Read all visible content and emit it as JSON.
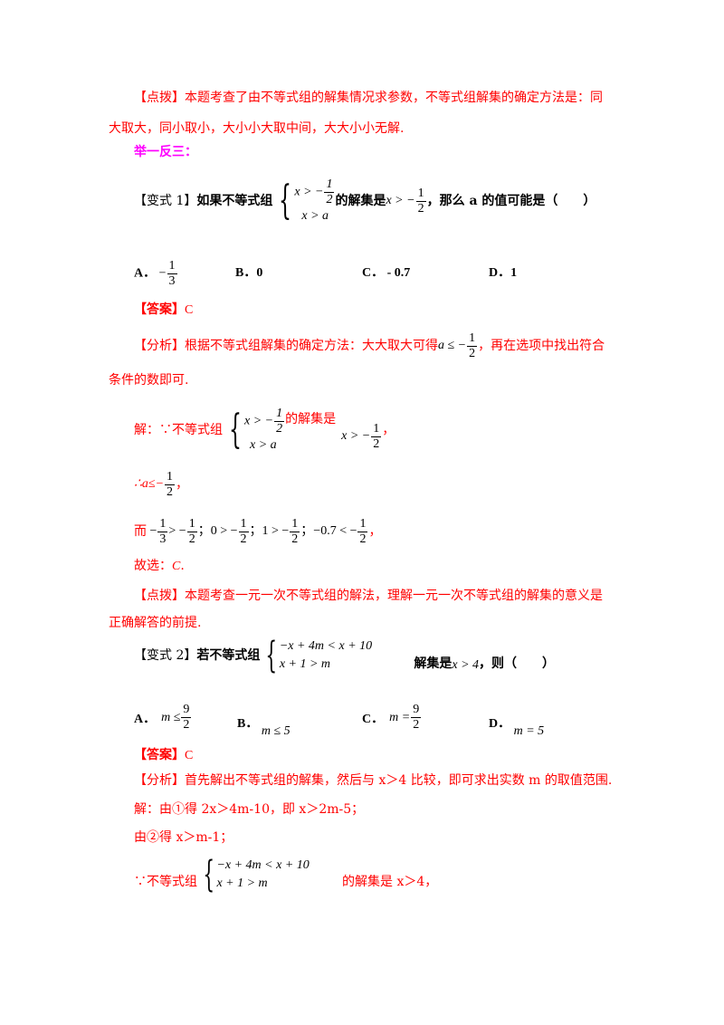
{
  "hint1": {
    "tag": "【点拨】",
    "text_line1": "本题考查了由不等式组的解集情况求参数，不等式组解集的确定方法是：同",
    "text_line2": "大取大，同小取小，大小小大取中间，大大小小无解."
  },
  "section_title": "举一反三：",
  "variant1": {
    "tag": "【变式 1】",
    "prefix": "如果不等式组",
    "system": {
      "row1": "x > −",
      "row1_frac": {
        "num": "1",
        "den": "2"
      },
      "row2": "x > a"
    },
    "middle": "的解集是",
    "solution": "x > −",
    "solution_frac": {
      "num": "1",
      "den": "2"
    },
    "suffix": "，那么 a 的值可能是（　　）",
    "options": [
      {
        "label": "A．",
        "value": "−",
        "frac": {
          "num": "1",
          "den": "3"
        }
      },
      {
        "label": "B．",
        "value": "0"
      },
      {
        "label": "C．",
        "value": "- 0.7"
      },
      {
        "label": "D．",
        "value": "1"
      }
    ],
    "answer": {
      "tag": "【答案】",
      "value": "C"
    },
    "analysis": {
      "tag": "【分析】",
      "text_a": "根据不等式组解集的确定方法：大大取大可得",
      "expr": "a ≤ −",
      "expr_frac": {
        "num": "1",
        "den": "2"
      },
      "text_b": "，再在选项中找出符合",
      "text_line2": "条件的数即可."
    },
    "solution_steps": {
      "step1_prefix": "解：∵不等式组",
      "step1_system": {
        "row1": "x > −",
        "row1_frac": {
          "num": "1",
          "den": "2"
        },
        "row2": "x > a"
      },
      "step1_middle": "的解集是",
      "step1_expr": "x > −",
      "step1_frac": {
        "num": "1",
        "den": "2"
      },
      "step1_end": "，",
      "step2_prefix": "∴a≤−",
      "step2_frac": {
        "num": "1",
        "den": "2"
      },
      "step2_end": "，",
      "step3_prefix": "而",
      "step3_parts": [
        {
          "pre": "−",
          "frac": {
            "num": "1",
            "den": "3"
          },
          "mid": " > −",
          "frac2": {
            "num": "1",
            "den": "2"
          },
          "sep": "；"
        },
        {
          "pre": "0 > −",
          "frac2": {
            "num": "1",
            "den": "2"
          },
          "sep": "；"
        },
        {
          "pre": "1 > −",
          "frac2": {
            "num": "1",
            "den": "2"
          },
          "sep": "；"
        },
        {
          "pre": "−0.7 < −",
          "frac2": {
            "num": "1",
            "den": "2"
          },
          "sep": "，"
        }
      ],
      "step4": "故选：",
      "step4_choice": "C",
      "step4_end": "."
    },
    "hint": {
      "tag": "【点拨】",
      "text_line1": "本题考查一元一次不等式组的解法，理解一元一次不等式组的解集的意义是",
      "text_line2": "正确解答的前提."
    }
  },
  "variant2": {
    "tag": "【变式 2】",
    "prefix": "若不等式组",
    "system": {
      "row1": "−x + 4m < x + 10",
      "row2": "x + 1 > m"
    },
    "middle": "解集是",
    "solution": "x > 4",
    "suffix": "，则（　　）",
    "options": [
      {
        "label": "A．",
        "value": "m ≤ ",
        "frac": {
          "num": "9",
          "den": "2"
        }
      },
      {
        "label": "B．",
        "value": "m ≤ 5"
      },
      {
        "label": "C．",
        "value": "m = ",
        "frac": {
          "num": "9",
          "den": "2"
        }
      },
      {
        "label": "D．",
        "value": "m = 5"
      }
    ],
    "answer": {
      "tag": "【答案】",
      "value": "C"
    },
    "analysis": {
      "tag": "【分析】",
      "text": "首先解出不等式组的解集，然后与 x＞4 比较，即可求出实数 m 的取值范围."
    },
    "solution_steps": {
      "step1": "解：由①得 2x＞4m-10，即 x＞2m-5；",
      "step2": "由②得 x＞m-1；",
      "step3_prefix": "∵不等式组",
      "step3_system": {
        "row1": "−x + 4m < x + 10",
        "row2": "x + 1 > m"
      },
      "step3_suffix": "的解集是 x＞4，"
    }
  },
  "colors": {
    "red": "#ff0000",
    "magenta": "#ff00ff",
    "black": "#000000"
  }
}
